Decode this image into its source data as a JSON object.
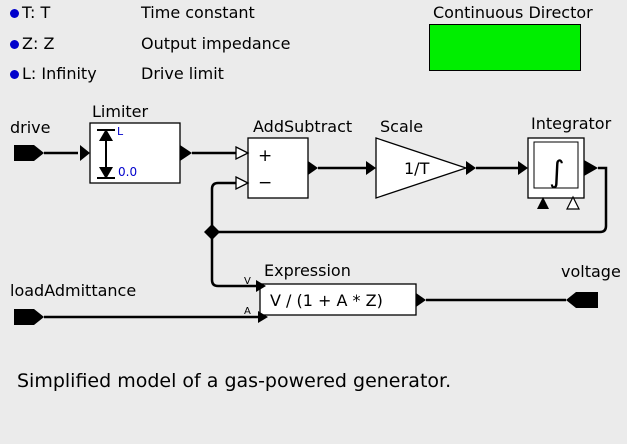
{
  "parameters": [
    {
      "label": "T: T",
      "description": "Time constant"
    },
    {
      "label": "Z: Z",
      "description": "Output impedance"
    },
    {
      "label": "L: Infinity",
      "description": "Drive limit"
    }
  ],
  "director": {
    "label": "Continuous Director",
    "color": "#00ee00"
  },
  "ports": {
    "drive": "drive",
    "load_admittance": "loadAdmittance",
    "voltage": "voltage"
  },
  "actors": {
    "limiter": {
      "label": "Limiter",
      "upper": "L",
      "lower": "0.0"
    },
    "add_subtract": {
      "label": "AddSubtract",
      "plus": "+",
      "minus": "−"
    },
    "scale": {
      "label": "Scale",
      "factor": "1/T"
    },
    "integrator": {
      "label": "Integrator",
      "symbol": "∫"
    },
    "expression": {
      "label": "Expression",
      "formula": "V / (1 + A * Z)",
      "input_v": "V",
      "input_a": "A"
    }
  },
  "caption": "Simplified model of a gas-powered generator.",
  "colors": {
    "parameter_dot": "#0000cc",
    "background": "#ebebeb",
    "limit_text": "#0000cc"
  }
}
